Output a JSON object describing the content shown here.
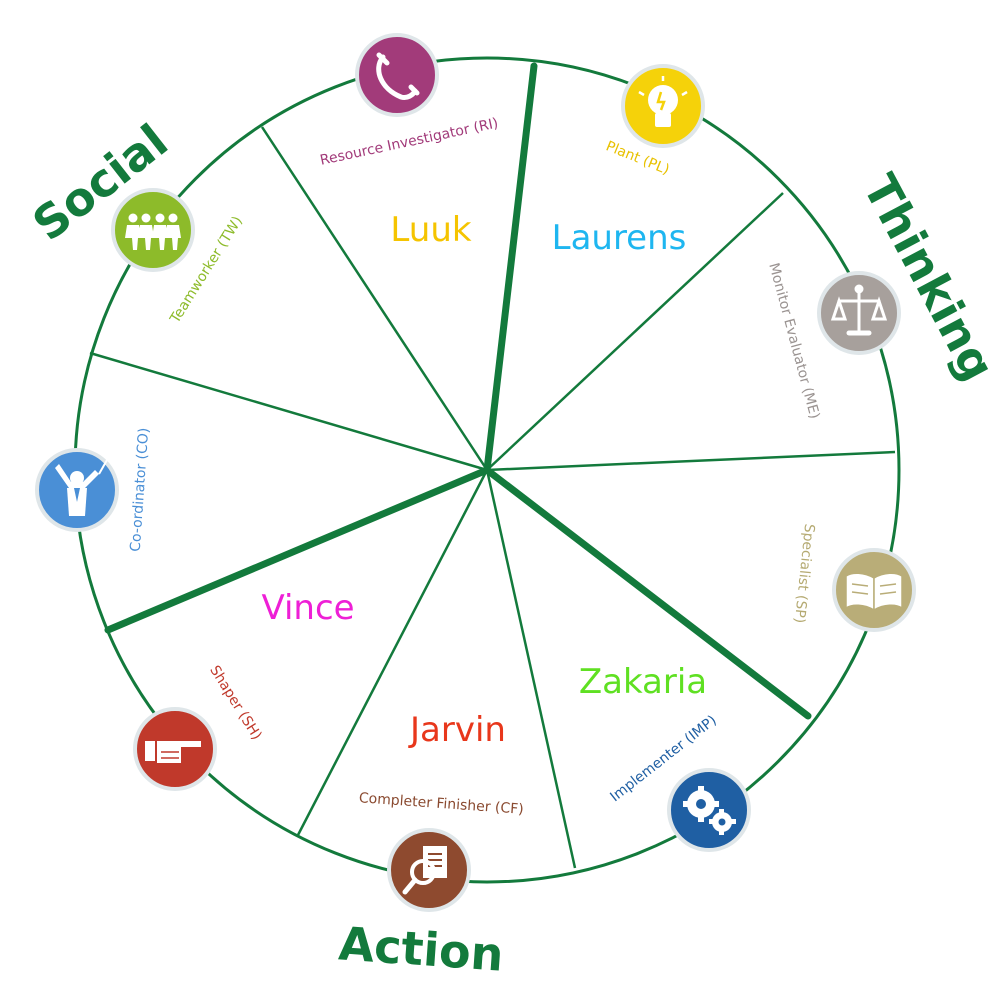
{
  "groups": {
    "social": "Social",
    "thinking": "Thinking",
    "action": "Action"
  },
  "roles": [
    {
      "key": "ri",
      "label": "Resource Investigator (RI)",
      "color": "#a23b7a",
      "icon": "phone-icon"
    },
    {
      "key": "pl",
      "label": "Plant (PL)",
      "color": "#f0c600",
      "icon": "lightbulb-icon"
    },
    {
      "key": "me",
      "label": "Monitor Evaluator (ME)",
      "color": "#9a9391",
      "icon": "scales-icon"
    },
    {
      "key": "sp",
      "label": "Specialist (SP)",
      "color": "#b5aa72",
      "icon": "open-book-icon"
    },
    {
      "key": "imp",
      "label": "Implementer (IMP)",
      "color": "#1f5fa3",
      "icon": "gears-icon"
    },
    {
      "key": "cf",
      "label": "Completer Finisher (CF)",
      "color": "#8a4a30",
      "icon": "magnifier-document-icon"
    },
    {
      "key": "sh",
      "label": "Shaper (SH)",
      "color": "#c0392b",
      "icon": "pointing-hand-icon"
    },
    {
      "key": "co",
      "label": "Co-ordinator (CO)",
      "color": "#4a8fd6",
      "icon": "conductor-icon"
    },
    {
      "key": "tw",
      "label": "Teamworker (TW)",
      "color": "#8dbb2a",
      "icon": "people-icon"
    }
  ],
  "people": [
    {
      "name": "Luuk",
      "color": "#f5c400"
    },
    {
      "name": "Laurens",
      "color": "#1eb6f0"
    },
    {
      "name": "Zakaria",
      "color": "#5fe022"
    },
    {
      "name": "Jarvin",
      "color": "#e8371b"
    },
    {
      "name": "Vince",
      "color": "#ee1fd6"
    }
  ],
  "colors": {
    "wheel": "#137a3c"
  }
}
